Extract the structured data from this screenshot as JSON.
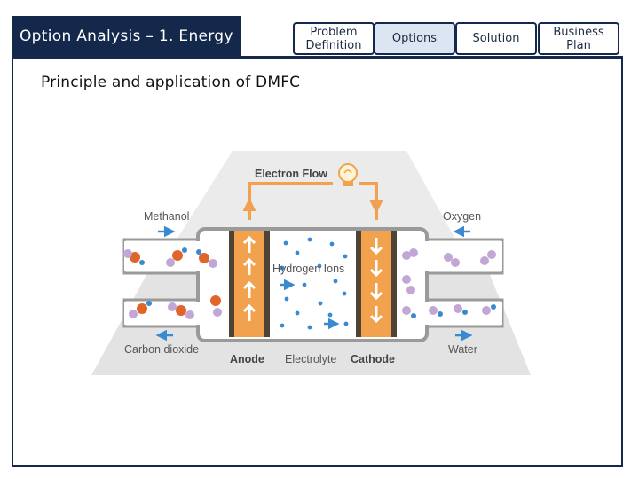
{
  "header": {
    "title": "Option Analysis – 1. Energy",
    "tabs": [
      {
        "line1": "Problem",
        "line2": "Definition"
      },
      {
        "line1": "Options",
        "line2": ""
      },
      {
        "line1": "Solution",
        "line2": ""
      },
      {
        "line1": "Business",
        "line2": "Plan"
      }
    ]
  },
  "content": {
    "heading": "Principle and application   of DMFC"
  },
  "diagram": {
    "electron_flow": "Electron Flow",
    "methanol": "Methanol",
    "oxygen": "Oxygen",
    "hydrogen_ions": "Hydrogen Ions",
    "carbon_dioxide": "Carbon dioxide",
    "anode": "Anode",
    "electrolyte": "Electrolyte",
    "cathode": "Cathode",
    "water": "Water"
  }
}
